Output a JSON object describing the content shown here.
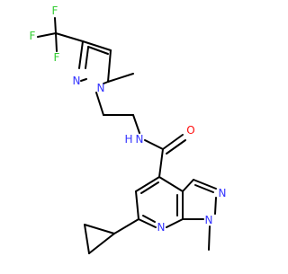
{
  "molecule": {
    "colors": {
      "bond": "#000000",
      "nitrogen": "#3333ff",
      "oxygen": "#ff0d0d",
      "fluorine": "#33cc33"
    },
    "atom_labels": {
      "F_top": "F",
      "F_left": "F",
      "F_bottom": "F",
      "C_cf3": "C",
      "N_pz2_left": "N",
      "N_pz2_right": "N",
      "NH": "N",
      "H_amide": "H",
      "O_carbonyl": "O",
      "N_pz1_right": "N",
      "N_pz1_bottom": "N",
      "N_pyridine": "N"
    }
  }
}
